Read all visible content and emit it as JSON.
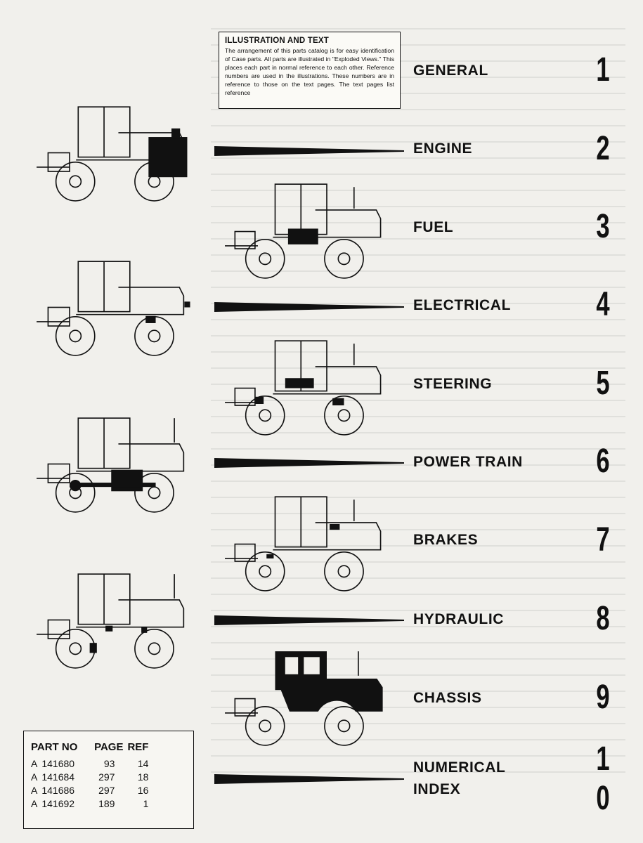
{
  "info_box": {
    "title": "ILLUSTRATION AND TEXT",
    "text": "The arrangement of this parts catalog is for easy identification of Case parts. All parts are illustrated in \"Exploded Views.\" This places each part in normal reference to each other. Reference numbers are used in the illustrations. These numbers are in reference to those on the text pages. The text pages list reference"
  },
  "sections": [
    {
      "label": "GENERAL",
      "number": "1"
    },
    {
      "label": "ENGINE",
      "number": "2"
    },
    {
      "label": "FUEL",
      "number": "3"
    },
    {
      "label": "ELECTRICAL",
      "number": "4"
    },
    {
      "label": "STEERING",
      "number": "5"
    },
    {
      "label": "POWER TRAIN",
      "number": "6"
    },
    {
      "label": "BRAKES",
      "number": "7"
    },
    {
      "label": "HYDRAULIC",
      "number": "8"
    },
    {
      "label": "CHASSIS",
      "number": "9"
    },
    {
      "label_line1": "NUMERICAL",
      "label_line2": "INDEX",
      "number_line1": "1",
      "number_line2": "0"
    }
  ],
  "part_table": {
    "headers": [
      "PART NO",
      "PAGE",
      "REF"
    ],
    "rows": [
      {
        "prefix": "A",
        "part": "141680",
        "page": "93",
        "ref": "14"
      },
      {
        "prefix": "A",
        "part": "141684",
        "page": "297",
        "ref": "18"
      },
      {
        "prefix": "A",
        "part": "141686",
        "page": "297",
        "ref": "16"
      },
      {
        "prefix": "A",
        "part": "141692",
        "page": "189",
        "ref": "1"
      }
    ]
  },
  "colors": {
    "ink": "#111111",
    "paper": "#f1f0ec"
  }
}
